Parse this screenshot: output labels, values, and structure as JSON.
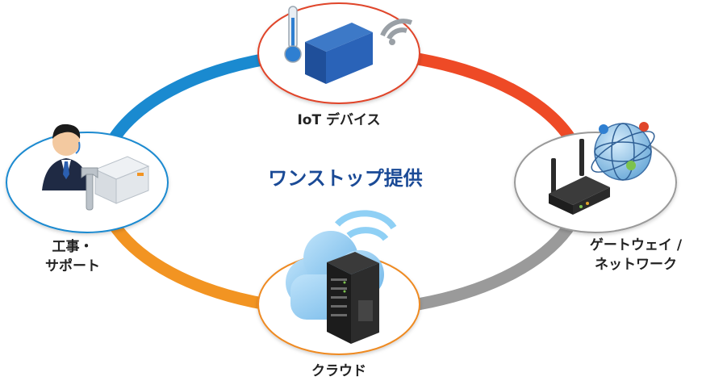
{
  "center": {
    "title": "ワンストップ提供"
  },
  "nodes": [
    {
      "id": "iot",
      "label": "IoT デバイス",
      "icon": "iot-device-icon",
      "ring": "#e0452a"
    },
    {
      "id": "gateway",
      "label_line1": "ゲートウェイ /",
      "label_line2": "ネットワーク",
      "icon": "router-globe-icon",
      "ring": "#9a9a9a"
    },
    {
      "id": "cloud",
      "label": "クラウド",
      "icon": "cloud-server-icon",
      "ring": "#ee8a22"
    },
    {
      "id": "support",
      "label_line1": "工事・",
      "label_line2": "サポート",
      "icon": "engineer-icon",
      "ring": "#1a8ad0"
    }
  ],
  "colors": {
    "arc_top_left": "#1a8ad0",
    "arc_top_right": "#ee4a26",
    "arc_bottom_right": "#9a9a9a",
    "arc_bottom_left": "#f29422",
    "title": "#1a4a96"
  }
}
